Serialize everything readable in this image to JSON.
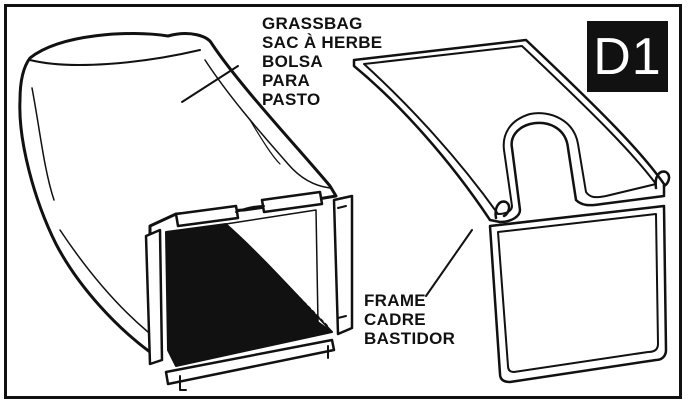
{
  "figure_id": "D1",
  "grassbag": {
    "labels": [
      "GRASSBAG",
      "SAC À HERBE",
      "BOLSA",
      "PARA",
      "PASTO"
    ]
  },
  "frame": {
    "labels": [
      "FRAME",
      "CADRE",
      "BASTIDOR"
    ]
  }
}
